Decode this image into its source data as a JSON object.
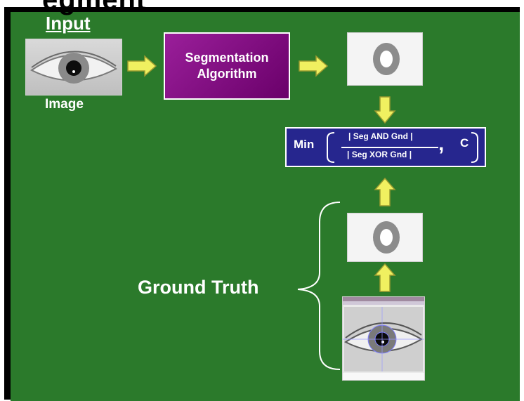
{
  "title_partial": "egment",
  "input": {
    "heading": "Input",
    "caption": "Image"
  },
  "algorithm": {
    "line1": "Segmentation",
    "line2": "Algorithm"
  },
  "metric": {
    "min": "Min",
    "numerator": "| Seg AND Gnd |",
    "denominator": "| Seg XOR Gnd |",
    "comma": ",",
    "constant": "C"
  },
  "ground_truth": {
    "label": "Ground Truth"
  },
  "colors": {
    "background": "#2b7a2b",
    "algorithm_box": "#7d0f7d",
    "metric_box": "#26268e",
    "arrow_fill": "#f0f060",
    "text": "#ffffff"
  }
}
